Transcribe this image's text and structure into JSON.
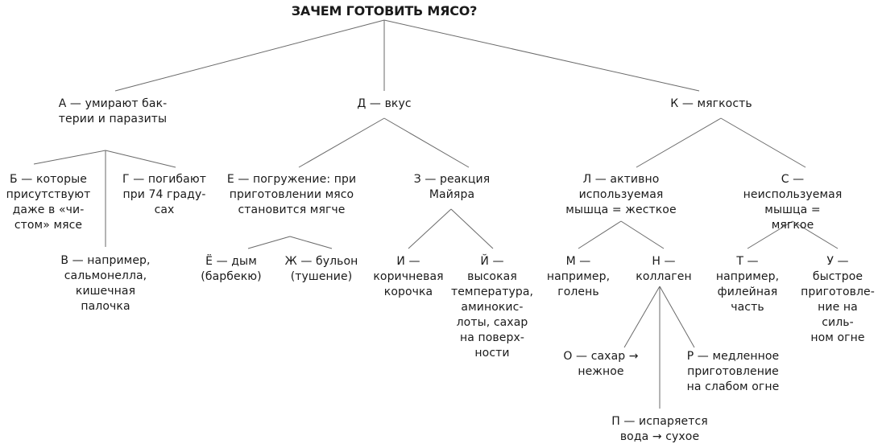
{
  "title": "ЗАЧЕМ ГОТОВИТЬ МЯСО?",
  "nodes": {
    "a": "А — умирают бак-\nтерии и паразиты",
    "b": "Б — которые\nприсутствуют\nдаже в «чи-\nстом» мясе",
    "v": "В — например,\nсальмонелла,\nкишечная\nпалочка",
    "g": "Г — погибают\nпри 74 граду-\nсах",
    "d": "Д — вкус",
    "e": "Е — погружение: при\nприготовлении мясо\nстановится мягче",
    "yo": "Ё — дым\n(барбекю)",
    "zh": "Ж — бульон\n(тушение)",
    "z": "З — реакция\nМайяра",
    "i": "И —\nкоричневая\nкорочка",
    "y": "Й —\nвысокая\nтемпература,\nаминокис-\nлоты, сахар\nна поверх-\nности",
    "k": "К — мягкость",
    "l": "Л — активно\nиспользуемая\nмышца = жесткое",
    "m": "М —\nнапример,\nголень",
    "n": "Н —\nколлаген",
    "o": "О — сахар →\nнежное",
    "p": "П — испаряется\nвода → сухое",
    "r": "Р — медленное\nприготовление\nна слабом огне",
    "s": "С —\nнеиспользуемая\nмышца = мягкое",
    "t": "Т —\nнапример,\nфилейная\nчасть",
    "u": "У —\nбыстрое\nприготовле-\nние на силь-\nном огне"
  }
}
